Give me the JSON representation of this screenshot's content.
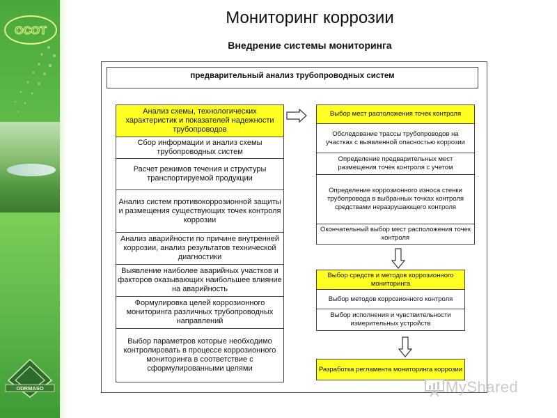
{
  "header": {
    "title": "Мониторинг коррозии",
    "subtitle": "Внедрение системы мониторинга"
  },
  "branding": {
    "top_logo_text": "ОСОТ",
    "bottom_logo_text": "ODRMASO",
    "watermark": "MyShared",
    "band_color": "#5ab846",
    "highlight_color": "#ffff22"
  },
  "diagram": {
    "top_box": "предварительный анализ трубопроводных систем",
    "left_column": [
      {
        "text": "Анализ схемы, технологических характеристик и показателей надежности трубопроводов",
        "highlight": true
      },
      {
        "text": "Сбор информации и анализ схемы трубопроводных систем",
        "highlight": false
      },
      {
        "text": "Расчет режимов течения и структуры транспортируемой продукции",
        "highlight": false
      },
      {
        "text": "Анализ систем противокоррозионной защиты и размещения существующих точек контроля коррозии",
        "highlight": false
      },
      {
        "text": "Анализ аварийности по причине внутренней коррозии, анализ результатов технической диагностики",
        "highlight": false
      },
      {
        "text": "Выявление наиболее аварийных участков и факторов оказывающих наибольшее влияние на аварийность",
        "highlight": false
      },
      {
        "text": "Формулировка целей коррозионного мониторинга различных трубопроводных направлений",
        "highlight": false
      },
      {
        "text": "Выбор параметров которые необходимо контролировать в процессе коррозионного мониторинга в соответствие с сформулированными целями",
        "highlight": false
      }
    ],
    "right_group_1": [
      {
        "text": "Выбор мест расположения точек контроля",
        "highlight": true
      },
      {
        "text": "Обследование трассы трубопроводов на участках с выявленной опасностью коррозии",
        "highlight": false
      },
      {
        "text": "Определение предварительных мест размещения точек контроля с учетом",
        "highlight": false
      },
      {
        "text": "Определение коррозионного износа стенки трубопровода в выбранных точках контроля средствами неразрушающего контроля",
        "highlight": false
      },
      {
        "text": "Окончательный выбор мест расположения точек контроля",
        "highlight": false
      }
    ],
    "right_group_2": [
      {
        "text": "Выбор средств и методов коррозионного мониторинга",
        "highlight": true
      },
      {
        "text": "Выбор методов коррозионного контроля",
        "highlight": false
      },
      {
        "text": "Выбор исполнения и чувствительности измерительных устройств",
        "highlight": false
      }
    ],
    "right_group_3": [
      {
        "text": "Разработка регламента мониторинга коррозии",
        "highlight": true
      }
    ]
  }
}
